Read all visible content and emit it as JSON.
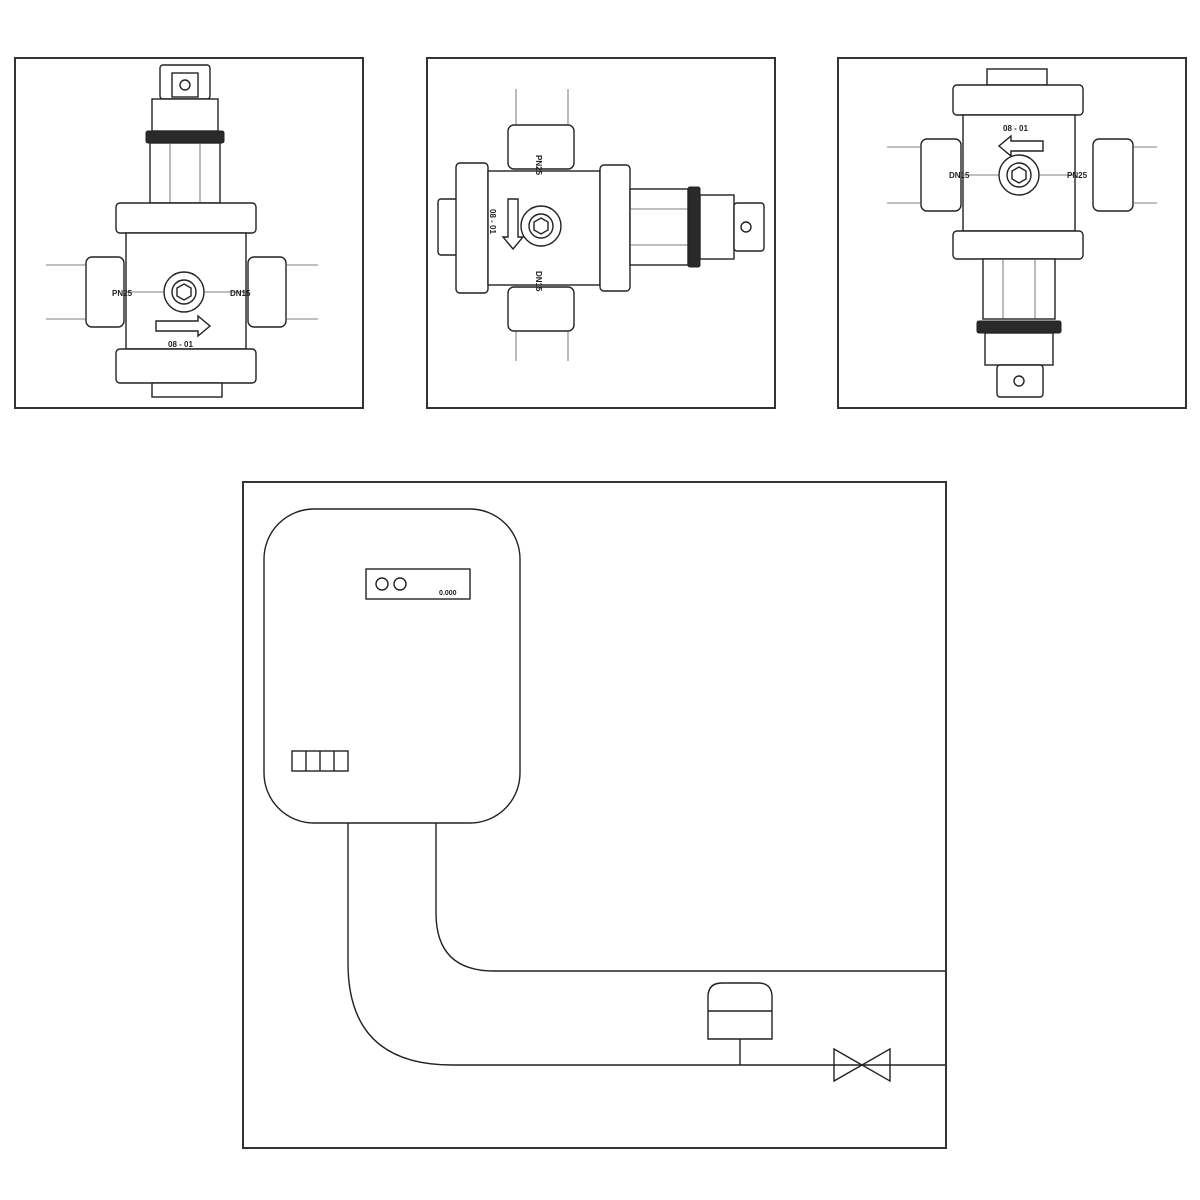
{
  "views": {
    "front": {
      "left_label": "PN25",
      "right_label": "DN15",
      "code": "08 - 01"
    },
    "side": {
      "top_label": "PN25",
      "bottom_label": "DN15",
      "code": "08 - 01"
    },
    "rear": {
      "left_label": "DN15",
      "right_label": "PN25",
      "code": "08 - 01"
    }
  },
  "install": {
    "display_readout": "0.000"
  },
  "icons": {
    "flow_arrow": "arrow-icon",
    "hex_plug": "hex-socket-icon",
    "valve": "gate-valve-icon",
    "pressure_reducer": "pressure-reducer-icon"
  }
}
